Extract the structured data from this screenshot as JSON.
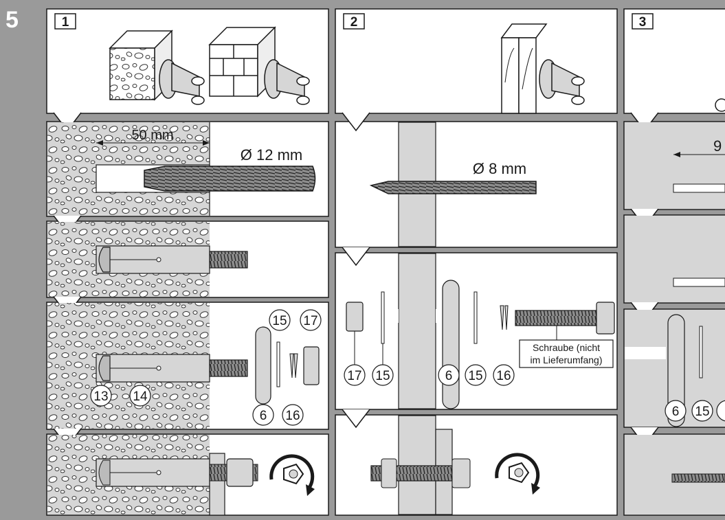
{
  "step_number": "5",
  "columns": [
    {
      "number": "1"
    },
    {
      "number": "2"
    },
    {
      "number": "3"
    }
  ],
  "col1": {
    "depth_label": "50 mm",
    "drill_label": "Ø 12 mm",
    "callouts": [
      "15",
      "17",
      "13",
      "14",
      "6",
      "16"
    ]
  },
  "col2": {
    "drill_label": "Ø 8 mm",
    "callouts": [
      "17",
      "15",
      "6",
      "15",
      "16"
    ],
    "screw_note_line1": "Schraube (nicht",
    "screw_note_line2": "im Lieferumfang)"
  },
  "col3": {
    "depth_label_partial": "9",
    "callouts": [
      "6",
      "15"
    ]
  },
  "colors": {
    "background": "#9a9a9a",
    "panel": "#ffffff",
    "wall_fill": "#d6d6d6",
    "line": "#1a1a1a"
  }
}
